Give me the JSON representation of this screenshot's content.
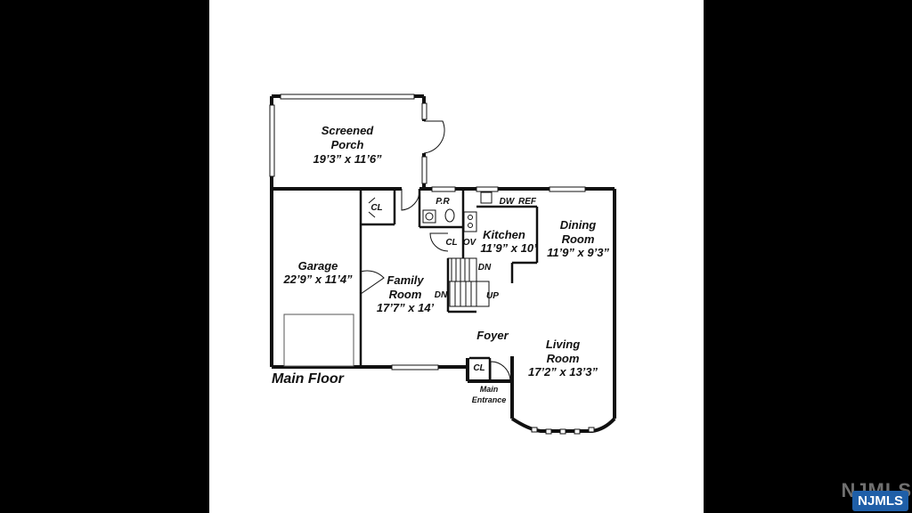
{
  "floor_title": "Main Floor",
  "rooms": {
    "porch": {
      "name": "Screened",
      "name2": "Porch",
      "dims": "19’3” x 11’6”"
    },
    "garage": {
      "name": "Garage",
      "dims": "22’9” x 11’4”"
    },
    "family": {
      "name": "Family",
      "name2": "Room",
      "dims": "17’7” x 14’"
    },
    "kitchen": {
      "name": "Kitchen",
      "dims": "11’9” x 10’"
    },
    "dining": {
      "name": "Dining",
      "name2": "Room",
      "dims": "11’9” x 9’3”"
    },
    "foyer": {
      "name": "Foyer"
    },
    "living": {
      "name": "Living",
      "name2": "Room",
      "dims": "17’2” x 13’3”"
    }
  },
  "small_labels": {
    "cl_garage": "CL",
    "pr": "P.R",
    "cl_hall": "CL",
    "ov": "OV",
    "dw": "DW",
    "ref": "REF",
    "dn_upper": "DN",
    "dn_lower": "DN",
    "up": "UP",
    "cl_foyer": "CL",
    "entrance_1": "Main",
    "entrance_2": "Entrance"
  },
  "watermark": {
    "big": "NJMLS",
    "badge": "NJMLS"
  }
}
